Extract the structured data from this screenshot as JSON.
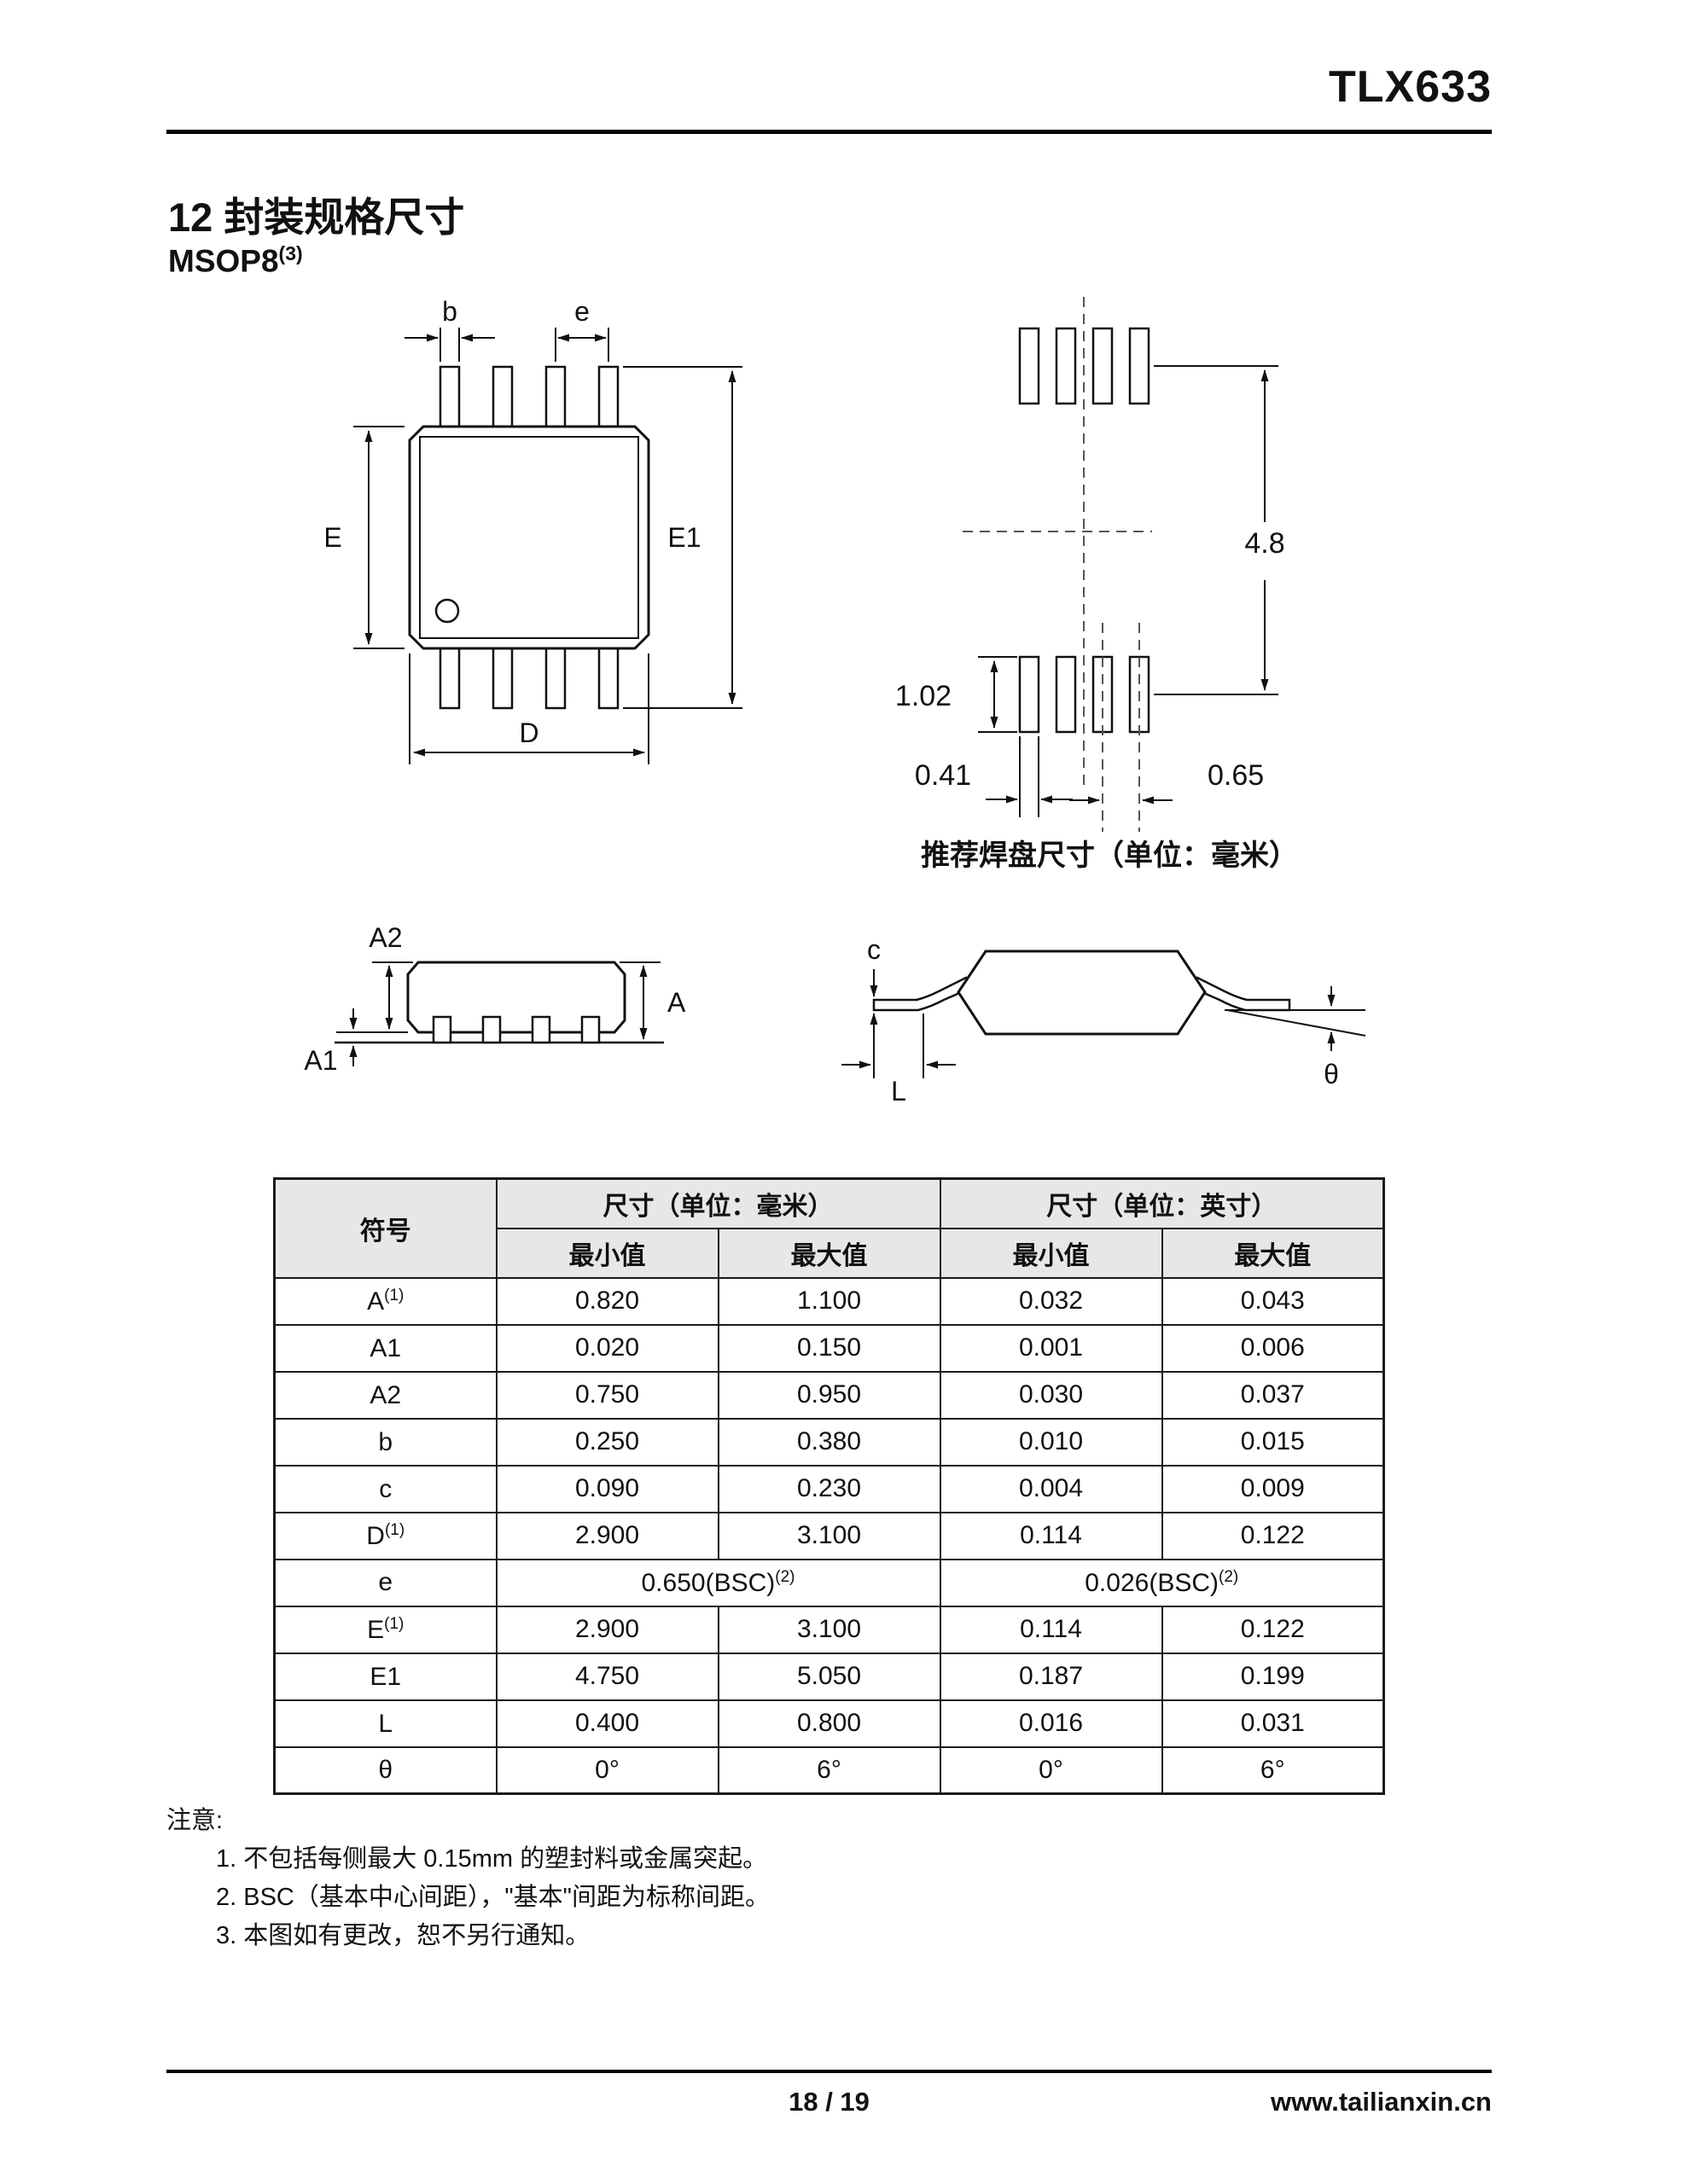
{
  "page": {
    "doc_title": "TLX633",
    "section_title": "12 封装规格尺寸",
    "subtitle": "MSOP8",
    "subtitle_sup": "(3)",
    "footer": {
      "page_num": "18 / 19",
      "website": "www.tailianxin.cn"
    }
  },
  "diagrams": {
    "top_view": {
      "b": "b",
      "e": "e",
      "E": "E",
      "E1": "E1",
      "D": "D"
    },
    "pad_layout": {
      "span": "4.8",
      "pad_length": "1.02",
      "pad_width": "0.41",
      "pitch": "0.65",
      "caption": "推荐焊盘尺寸（单位：毫米）"
    },
    "side_view": {
      "A2": "A2",
      "A": "A",
      "A1": "A1"
    },
    "lead_view": {
      "c": "c",
      "L": "L",
      "theta": "θ"
    }
  },
  "table": {
    "header": {
      "symbol": "符号",
      "mm": "尺寸（单位：毫米）",
      "inch": "尺寸（单位：英寸）",
      "min": "最小值",
      "max": "最大值"
    },
    "rows": [
      {
        "symbol": "A",
        "sup": "(1)",
        "mm_min": "0.820",
        "mm_max": "1.100",
        "in_min": "0.032",
        "in_max": "0.043"
      },
      {
        "symbol": "A1",
        "mm_min": "0.020",
        "mm_max": "0.150",
        "in_min": "0.001",
        "in_max": "0.006"
      },
      {
        "symbol": "A2",
        "mm_min": "0.750",
        "mm_max": "0.950",
        "in_min": "0.030",
        "in_max": "0.037"
      },
      {
        "symbol": "b",
        "mm_min": "0.250",
        "mm_max": "0.380",
        "in_min": "0.010",
        "in_max": "0.015"
      },
      {
        "symbol": "c",
        "mm_min": "0.090",
        "mm_max": "0.230",
        "in_min": "0.004",
        "in_max": "0.009"
      },
      {
        "symbol": "D",
        "sup": "(1)",
        "mm_min": "2.900",
        "mm_max": "3.100",
        "in_min": "0.114",
        "in_max": "0.122"
      },
      {
        "symbol": "e",
        "mm_merged": "0.650(BSC)",
        "mm_merged_sup": "(2)",
        "in_merged": "0.026(BSC)",
        "in_merged_sup": "(2)"
      },
      {
        "symbol": "E",
        "sup": "(1)",
        "mm_min": "2.900",
        "mm_max": "3.100",
        "in_min": "0.114",
        "in_max": "0.122"
      },
      {
        "symbol": "E1",
        "mm_min": "4.750",
        "mm_max": "5.050",
        "in_min": "0.187",
        "in_max": "0.199"
      },
      {
        "symbol": "L",
        "mm_min": "0.400",
        "mm_max": "0.800",
        "in_min": "0.016",
        "in_max": "0.031"
      },
      {
        "symbol": "θ",
        "mm_min": "0°",
        "mm_max": "6°",
        "in_min": "0°",
        "in_max": "6°"
      }
    ]
  },
  "notes": {
    "title": "注意:",
    "items": [
      "1. 不包括每侧最大 0.15mm 的塑封料或金属突起。",
      "2. BSC（基本中心间距），\"基本\"间距为标称间距。",
      "3. 本图如有更改，恕不另行通知。"
    ]
  }
}
